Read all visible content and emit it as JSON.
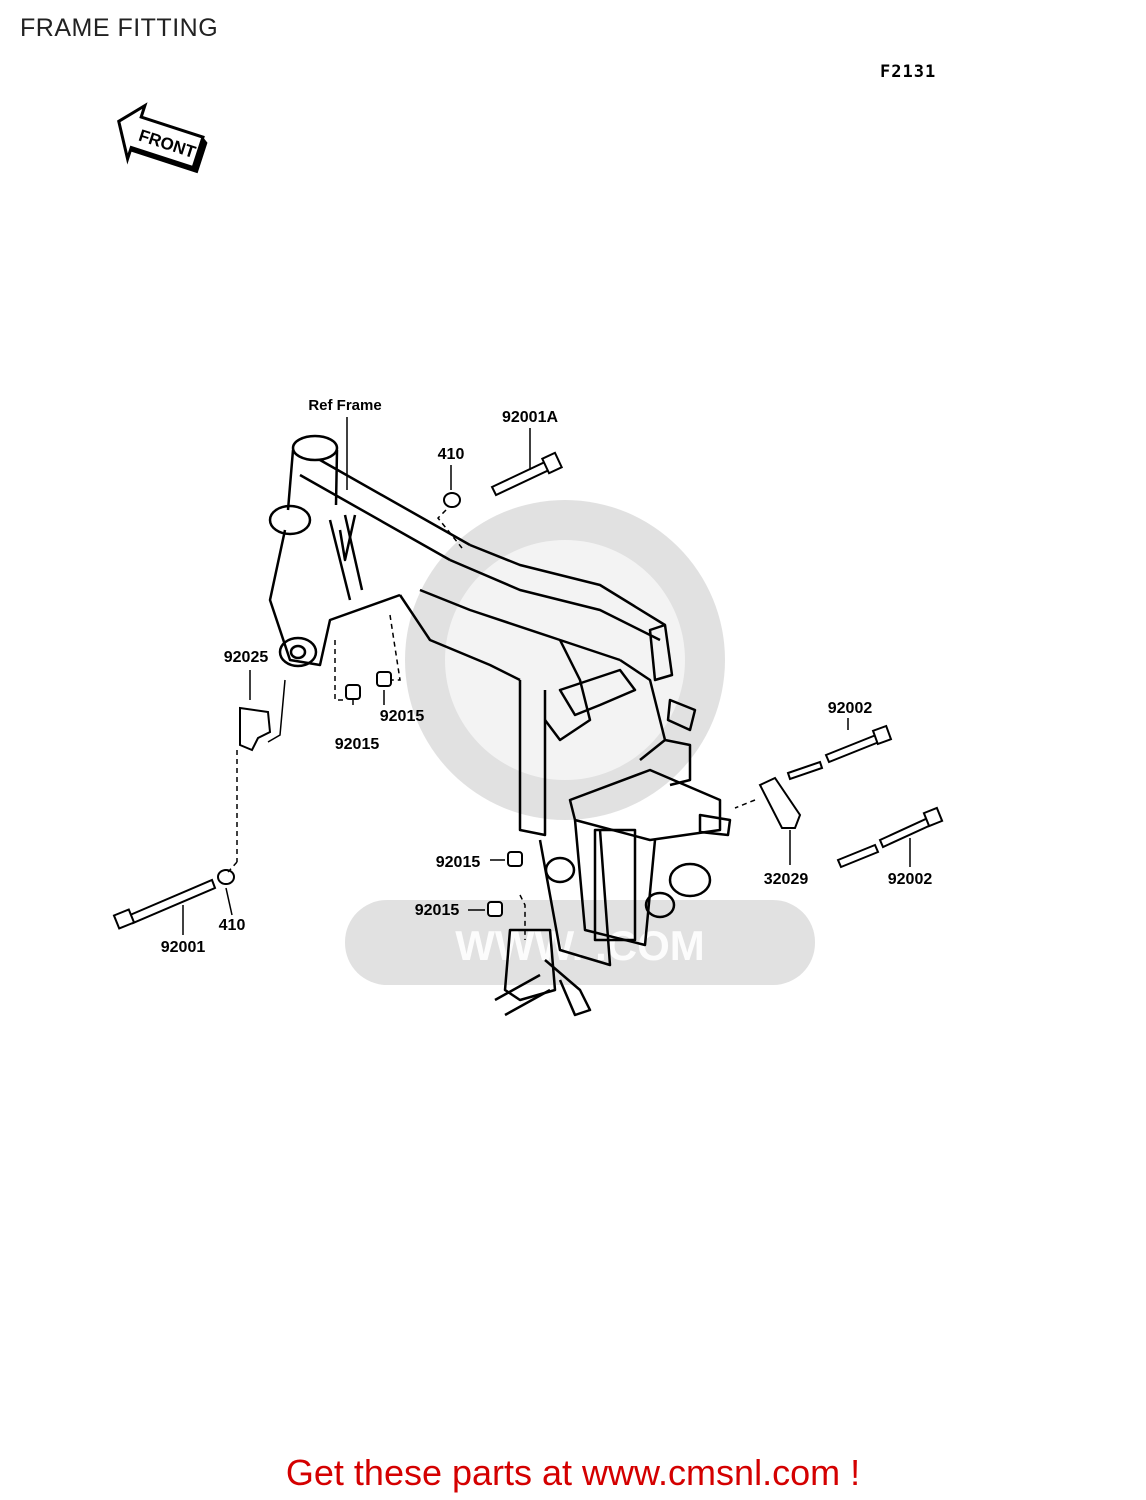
{
  "title": "FRAME FITTING",
  "figure_code": "F2131",
  "front_marker": "FRONT",
  "watermark": "WWW.      .COM",
  "labels": {
    "ref_frame": "Ref Frame",
    "p92001A": "92001A",
    "p410_top": "410",
    "p92025": "92025",
    "p92015_a": "92015",
    "p92015_b": "92015",
    "p92015_c": "92015",
    "p92015_d": "92015",
    "p92001": "92001",
    "p410_bottom": "410",
    "p92002_top": "92002",
    "p92002_bottom": "92002",
    "p32029": "32029"
  },
  "footer": "Get these parts at www.cmsnl.com !",
  "colors": {
    "footer": "#d40000",
    "watermark": "#bdbdbd"
  }
}
